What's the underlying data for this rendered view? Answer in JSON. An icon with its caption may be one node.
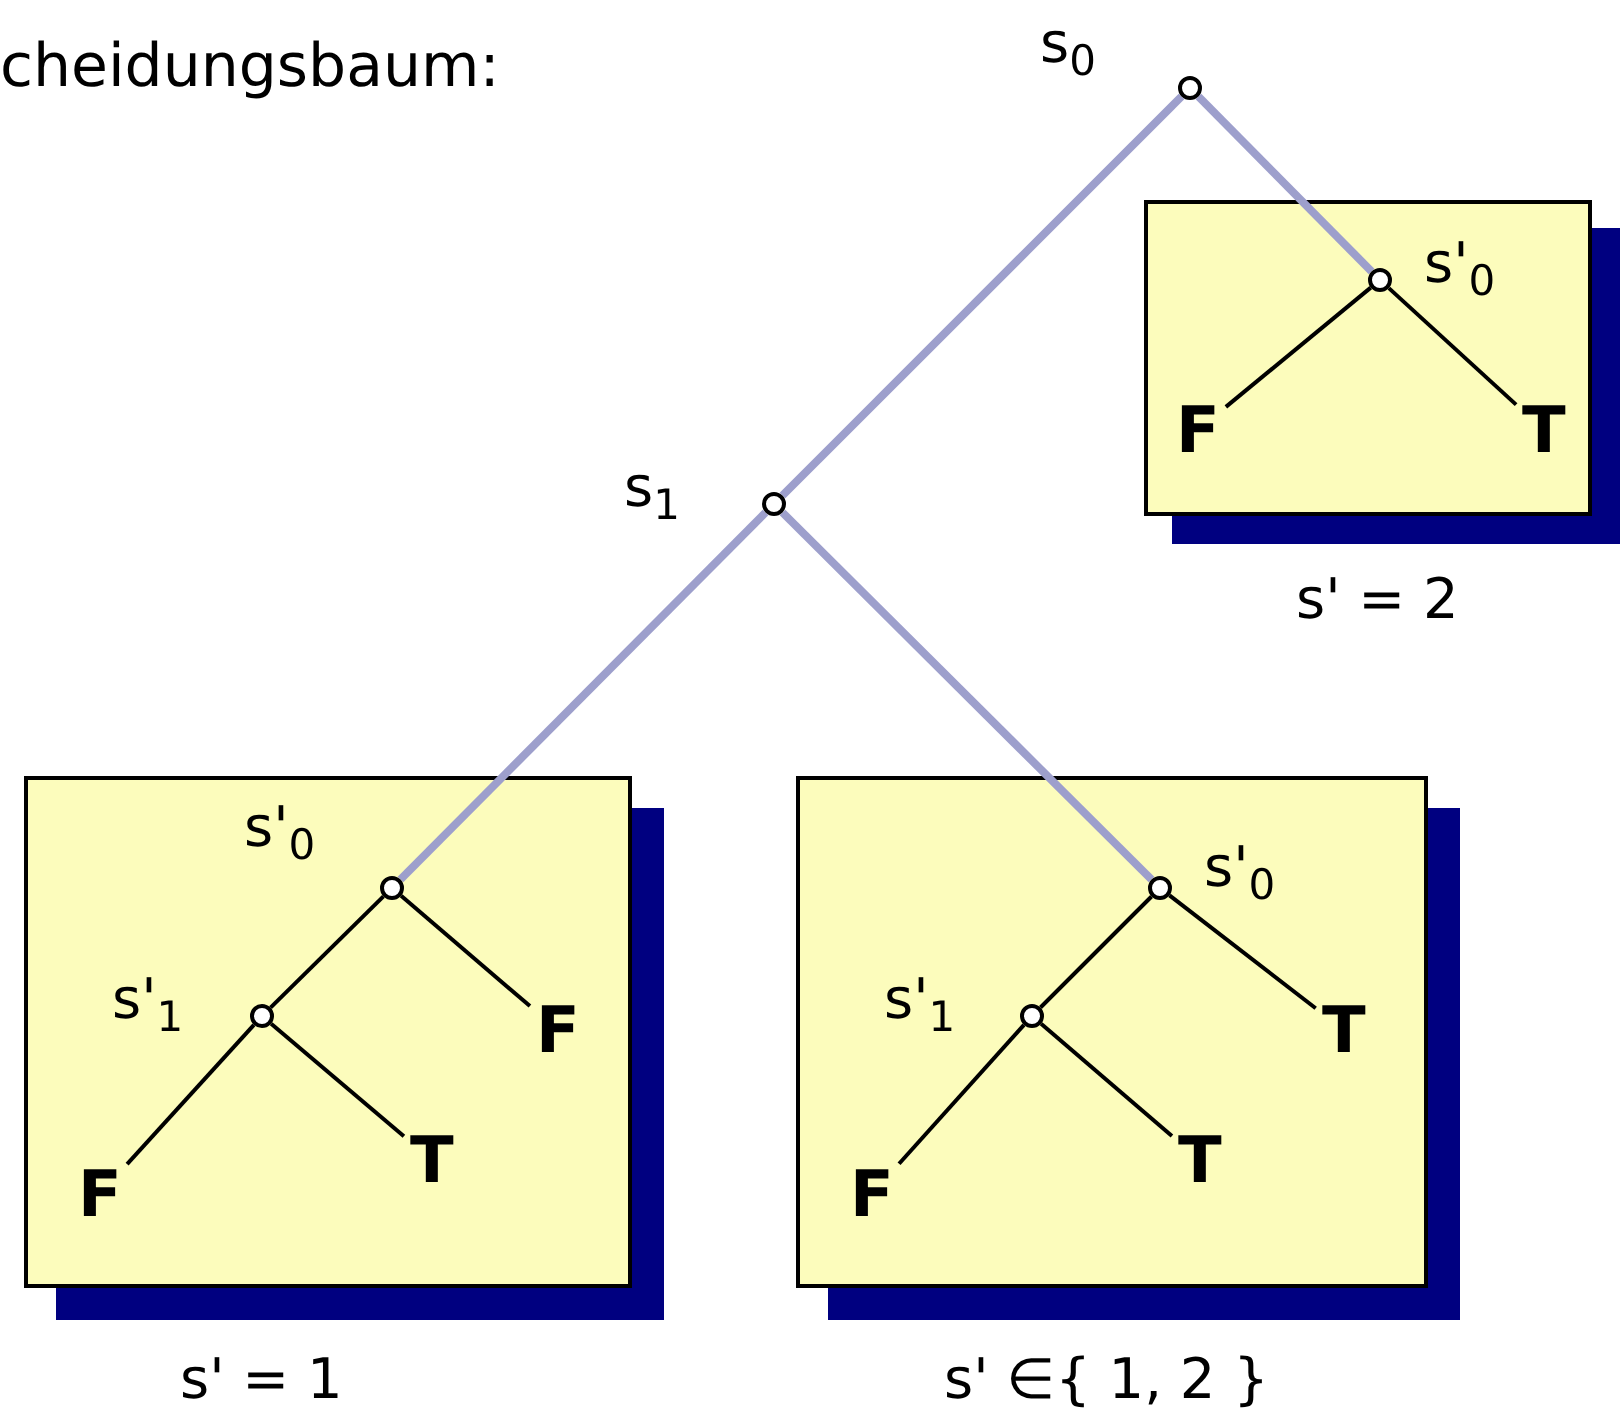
{
  "diagram": {
    "nodes": [
      {
        "text": [],
        "shape": "circle",
        "beside": [
          "s$_{0}$"
        ]
      },
      {
        "text": [],
        "shape": "box",
        "beside": [
          "s' = 2"
        ]
      },
      {
        "text": [],
        "shape": "circle",
        "in": 1,
        "beside": [
          "s'$_{0}$"
        ]
      },
      {
        "text": [
          "F"
        ],
        "in": 1
      },
      {
        "text": [
          "T"
        ],
        "in": 1
      },
      {
        "text": [],
        "shape": "circle",
        "beside": [
          "s$_{1}$"
        ]
      },
      {
        "text": [],
        "shape": "box",
        "beside": [
          "s' = 1"
        ]
      },
      {
        "text": [],
        "shape": "circle",
        "in": 6,
        "beside": [
          "s'$_{0}$"
        ]
      },
      {
        "text": [],
        "shape": "circle",
        "in": 6,
        "beside": [
          "s'$_{1}$"
        ]
      },
      {
        "text": [
          "F"
        ],
        "in": 6
      },
      {
        "text": [
          "F"
        ],
        "in": 6
      },
      {
        "text": [
          "T"
        ],
        "in": 6
      },
      {
        "text": [],
        "shape": "box",
        "beside": [
          "s' ∈{ 1, 2 }"
        ]
      },
      {
        "text": [],
        "shape": "circle",
        "in": 12,
        "beside": [
          "s'$_{0}$"
        ]
      },
      {
        "text": [],
        "shape": "circle",
        "in": 12,
        "beside": [
          "s'$_{1}$"
        ]
      },
      {
        "text": [
          "T"
        ],
        "in": 12
      },
      {
        "text": [
          "F"
        ],
        "in": 12
      },
      {
        "text": [
          "T"
        ],
        "in": 12
      }
    ],
    "edges": [
      {
        "from": 0,
        "to": 2,
        "arrow": "none",
        "style": "thick",
        "color": "#9d9fcc"
      },
      {
        "from": 0,
        "to": 5,
        "arrow": "none",
        "style": "thick",
        "color": "#9d9fcc"
      },
      {
        "from": 2,
        "to": 3,
        "arrow": "none"
      },
      {
        "from": 2,
        "to": 4,
        "arrow": "none"
      },
      {
        "from": 5,
        "to": 7,
        "arrow": "none",
        "style": "thick",
        "color": "#9d9fcc"
      },
      {
        "from": 5,
        "to": 13,
        "arrow": "none",
        "style": "thick",
        "color": "#9d9fcc"
      },
      {
        "from": 7,
        "to": 8,
        "arrow": "none"
      },
      {
        "from": 7,
        "to": 9,
        "arrow": "none"
      },
      {
        "from": 8,
        "to": 10,
        "arrow": "none"
      },
      {
        "from": 8,
        "to": 11,
        "arrow": "none"
      },
      {
        "from": 13,
        "to": 14,
        "arrow": "none"
      },
      {
        "from": 13,
        "to": 15,
        "arrow": "none"
      },
      {
        "from": 14,
        "to": 16,
        "arrow": "none"
      },
      {
        "from": 14,
        "to": 17,
        "arrow": "none"
      }
    ],
    "labels": [
      "cheidungsbaum:"
    ]
  }
}
